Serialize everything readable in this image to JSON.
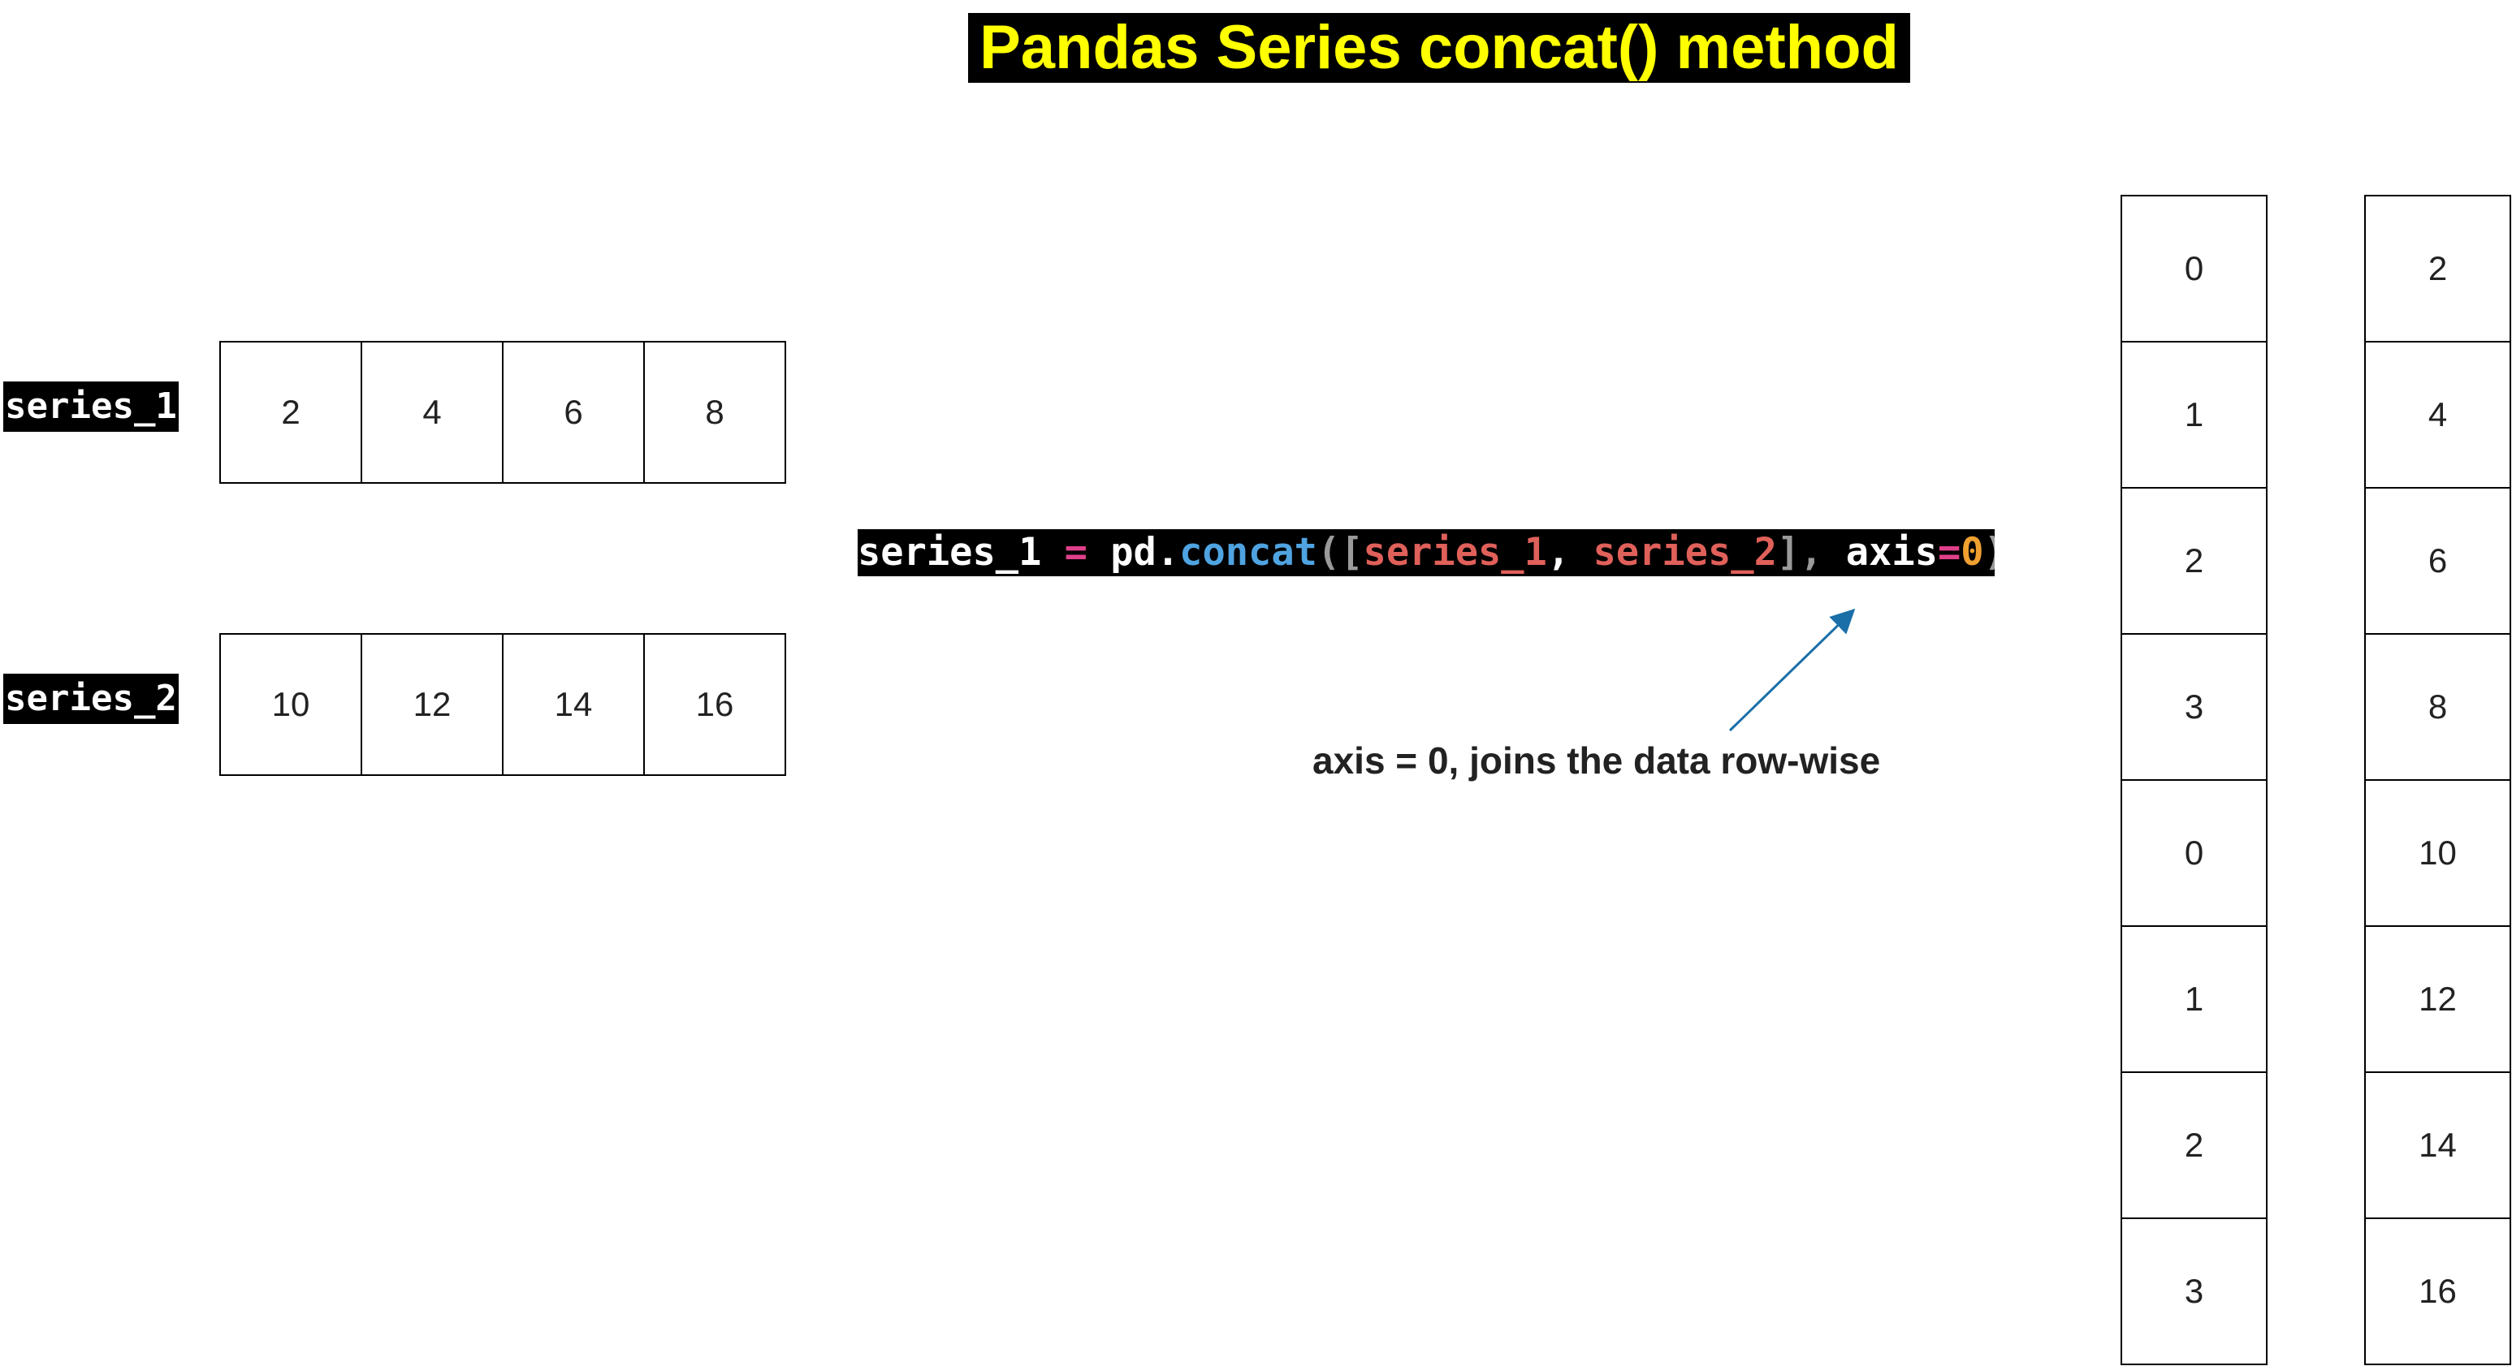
{
  "title": "Pandas Series concat() method",
  "series_1": {
    "label": "series_1",
    "values": [
      "2",
      "4",
      "6",
      "8"
    ]
  },
  "series_2": {
    "label": "series_2",
    "values": [
      "10",
      "12",
      "14",
      "16"
    ]
  },
  "code": {
    "tokens": [
      {
        "text": "series_1 ",
        "color": "#ffffff"
      },
      {
        "text": "=",
        "color": "#e0408a"
      },
      {
        "text": " pd.",
        "color": "#ffffff"
      },
      {
        "text": "concat",
        "color": "#4fa3e0"
      },
      {
        "text": "([",
        "color": "#9a9a9a"
      },
      {
        "text": "series_1",
        "color": "#e0605a"
      },
      {
        "text": ", ",
        "color": "#ffffff"
      },
      {
        "text": "series_2",
        "color": "#e0605a"
      },
      {
        "text": "], ",
        "color": "#9a9a9a"
      },
      {
        "text": "axis",
        "color": "#ffffff"
      },
      {
        "text": "=",
        "color": "#e0408a"
      },
      {
        "text": "0",
        "color": "#f0a030"
      },
      {
        "text": ")",
        "color": "#9a9a9a"
      }
    ]
  },
  "annotation": "axis = 0, joins the data row-wise",
  "arrow_color": "#1a6fa8",
  "result": {
    "index": [
      "0",
      "1",
      "2",
      "3",
      "0",
      "1",
      "2",
      "3"
    ],
    "values": [
      "2",
      "4",
      "6",
      "8",
      "10",
      "12",
      "14",
      "16"
    ]
  }
}
